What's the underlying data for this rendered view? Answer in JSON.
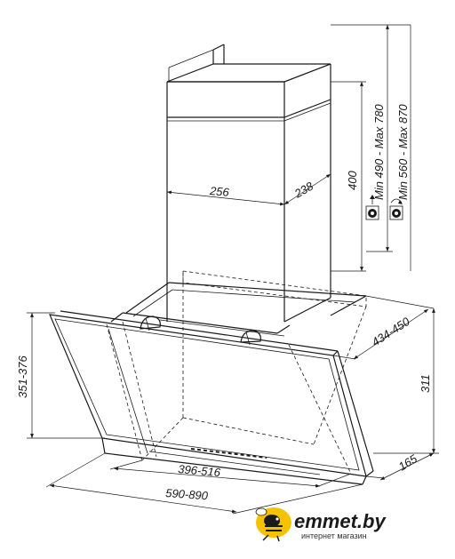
{
  "dimensions": {
    "chimney_width": "256",
    "chimney_depth": "238",
    "chimney_height": "400",
    "range_min_max_1": "Min 490 - Max 780",
    "range_min_max_2": "Min 560 - Max 870",
    "hood_front_height": "351-376",
    "hood_depth": "434-450",
    "side_height": "311",
    "bottom_depth": "165",
    "inner_width": "396-516",
    "outer_width": "590-890"
  },
  "logo": {
    "name": "emmet.by",
    "tagline": "интернет магазин",
    "accent_color": "#f5c200"
  },
  "icons": [
    "exhaust-outlet-icon",
    "recirculation-icon",
    "bee-mascot-icon"
  ]
}
